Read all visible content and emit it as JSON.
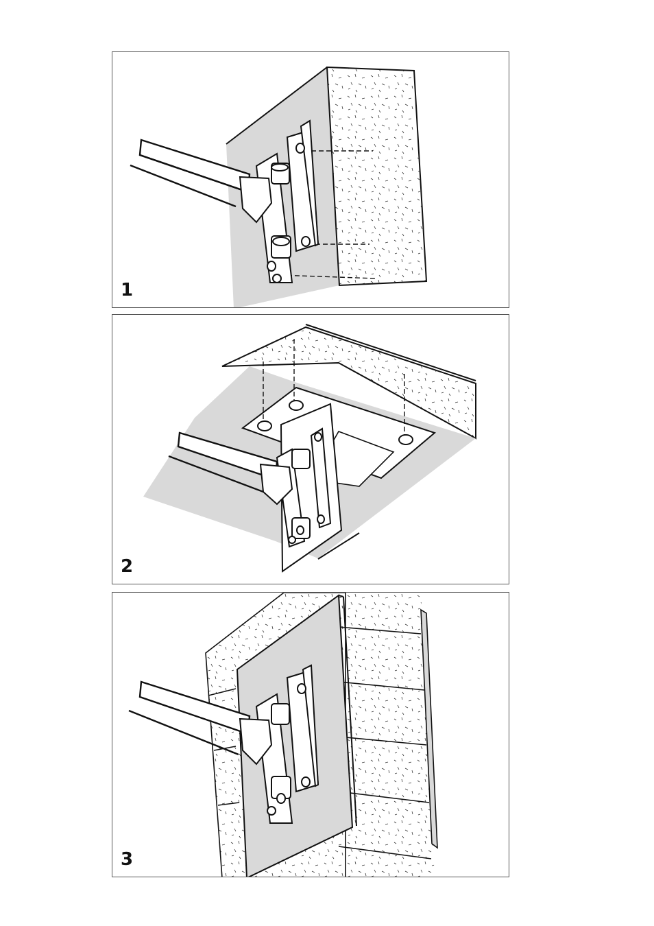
{
  "steps": [
    {
      "number": "1"
    },
    {
      "number": "2"
    },
    {
      "number": "3"
    }
  ],
  "colors": {
    "line": "#111111",
    "shade": "#d9d9d9",
    "background": "#ffffff"
  },
  "icons": [
    "speckle-texture",
    "mounting-bracket",
    "support-bar",
    "bolt-hole",
    "dashed-guide-line"
  ]
}
